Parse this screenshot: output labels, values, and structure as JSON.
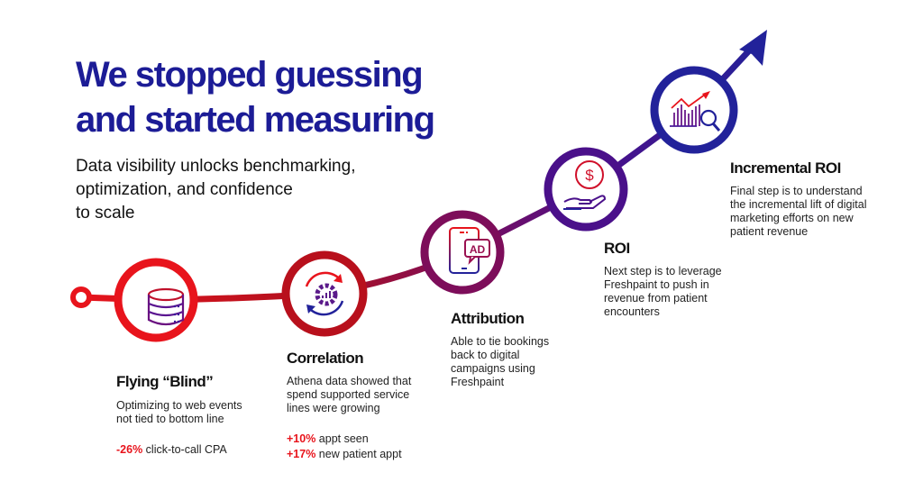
{
  "title": {
    "line1": "We stopped guessing",
    "line2": "and started measuring"
  },
  "subtitle": {
    "line1": "Data visibility unlocks benchmarking,",
    "line2": "optimization, and confidence",
    "line3": "to scale"
  },
  "colors": {
    "title": "#1c1c96",
    "red": "#e8141c",
    "crimson": "#b0101e",
    "magenta": "#7d0d5a",
    "purple": "#4a108a",
    "navy": "#22229a"
  },
  "steps": [
    {
      "icon": "database-icon",
      "heading": "Flying “Blind”",
      "body": [
        "Optimizing to web events",
        "not tied to bottom line"
      ],
      "stats": [
        {
          "value": "-26%",
          "label": " click-to-call CPA"
        }
      ]
    },
    {
      "icon": "gear-cycle-icon",
      "heading": "Correlation",
      "body": [
        "Athena data showed that",
        "spend supported service",
        "lines were growing"
      ],
      "stats": [
        {
          "value": "+10%",
          "label": " appt seen"
        },
        {
          "value": "+17%",
          "label": " new patient appt"
        }
      ]
    },
    {
      "icon": "mobile-ad-icon",
      "heading": "Attribution",
      "body": [
        "Able to tie bookings",
        "back to digital",
        "campaigns using",
        "Freshpaint"
      ],
      "ad_text": "AD"
    },
    {
      "icon": "hand-dollar-icon",
      "heading": "ROI",
      "body": [
        "Next step is to leverage",
        "Freshpaint to push in",
        "revenue from patient",
        "encounters"
      ],
      "dollar": "$"
    },
    {
      "icon": "chart-magnifier-icon",
      "heading": "Incremental ROI",
      "body": [
        "Final step is to understand",
        "the incremental lift of digital",
        "marketing efforts on new",
        "patient revenue"
      ]
    }
  ]
}
